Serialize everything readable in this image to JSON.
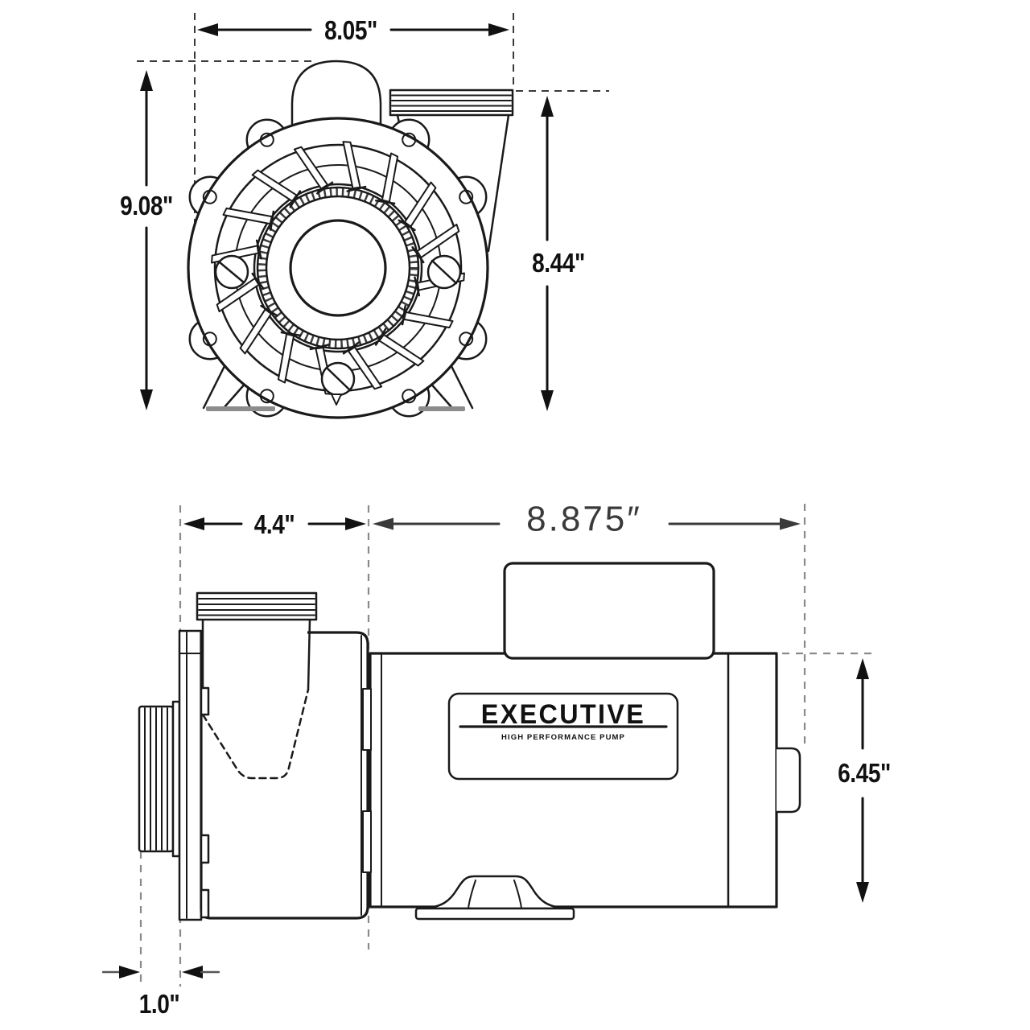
{
  "front_view": {
    "dim_width": "8.05\"",
    "dim_height_overall": "9.08\"",
    "dim_height_discharge": "8.44\""
  },
  "side_view": {
    "dim_wet_end_width": "4.4\"",
    "dim_motor_length": "8.875″",
    "dim_motor_height": "6.45\"",
    "dim_suction_extension": "1.0\"",
    "motor_label": "EXECUTIVE",
    "motor_sublabel": "HIGH PERFORMANCE PUMP"
  },
  "colors": {
    "line": "#1a1a1a",
    "guide_gray": "#8a8a8a",
    "shadow_gray": "#8c8c8c",
    "dim_light_text": "#3a3a3a"
  }
}
